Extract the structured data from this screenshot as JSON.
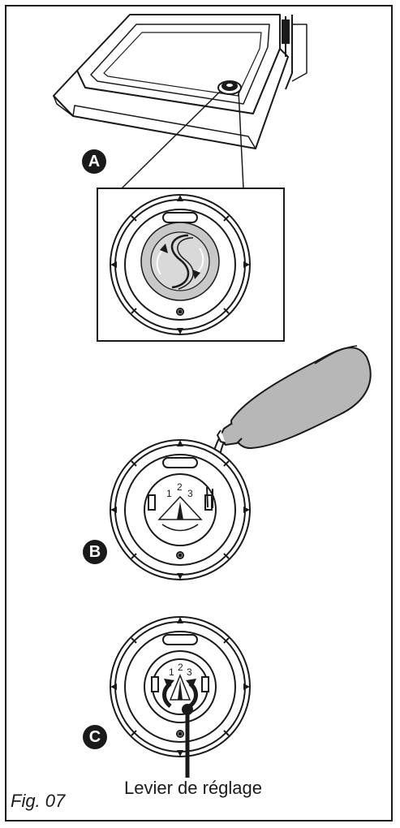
{
  "steps": {
    "a": "A",
    "b": "B",
    "c": "C"
  },
  "dial_numbers": [
    "1",
    "2",
    "3"
  ],
  "caption": "Levier de réglage",
  "figure_label": "Fig. 07",
  "colors": {
    "line": "#1a1a1a",
    "cap_fill": "#c8c8c8",
    "bottle_fill": "#b7b7b7"
  }
}
